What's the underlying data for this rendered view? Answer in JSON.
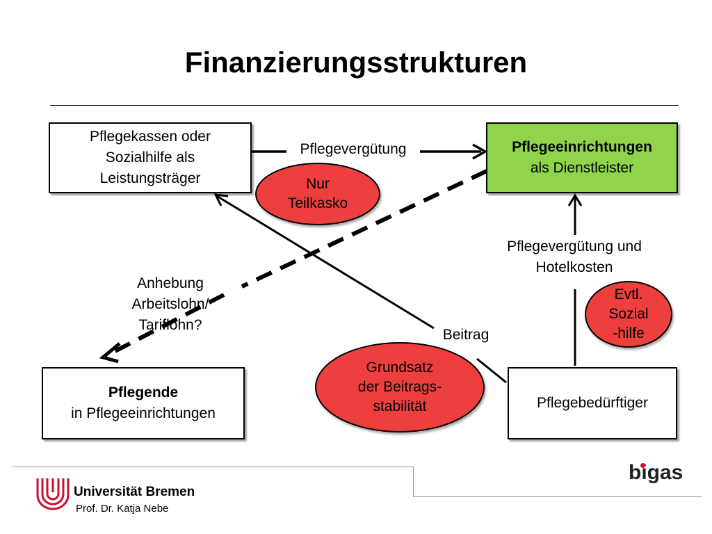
{
  "title": "Finanzierungsstrukturen",
  "boxes": {
    "pflegekassen": [
      "Pflegekassen oder",
      "Sozialhilfe als",
      "Leistungsträger"
    ],
    "einrichtungen": {
      "line1": "Pflegeeinrichtungen",
      "line2": "als Dienstleister"
    },
    "pflegende": {
      "line1": "Pflegende",
      "line2": "in Pflegeeinrichtungen"
    },
    "beduerftiger": "Pflegebedürftiger"
  },
  "ellipses": {
    "teilkasko": [
      "Nur",
      "Teilkasko"
    ],
    "grundsatz": [
      "Grundsatz",
      "der Beitrags-",
      "stabilität"
    ],
    "sozialhilfe": [
      "Evtl.",
      "Sozial",
      "-hilfe"
    ]
  },
  "labels": {
    "pflegeverguetung": "Pflegevergütung",
    "pflegeverguetung_hotel": [
      "Pflegevergütung und",
      "Hotelkosten"
    ],
    "anhebung": [
      "Anhebung",
      "Arbeitslohn/",
      "Tariflohn?"
    ],
    "beitrag": "Beitrag"
  },
  "footer": {
    "university": "Universität Bremen",
    "professor": "Prof. Dr. Katja Nebe",
    "brand": "bigas"
  },
  "colors": {
    "box_green": "#8fd44a",
    "ellipse_red": "#ee3f3f",
    "logo_red": "#c8102e"
  }
}
